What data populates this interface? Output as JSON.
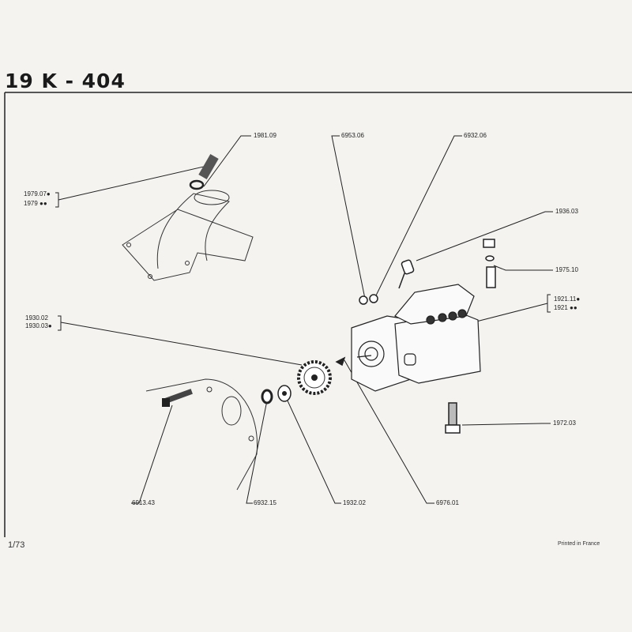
{
  "page": {
    "title": "19 K - 404",
    "page_number": "1/73",
    "printed_note": "Printed in France"
  },
  "labels": {
    "l1981_09": "1981.09",
    "l1979_07": "1979.07●",
    "l1979": "1979 ●●",
    "l6953_06": "6953.06",
    "l6932_06": "6932.06",
    "l1936_03": "1936.03",
    "l1975_10": "1975.10",
    "l1921_11": "1921.11●",
    "l1921": "1921 ●●",
    "l1930_02": "1930.02",
    "l1930_03": "1930.03●",
    "l1972_03": "1972.03",
    "l6913_43": "6913.43",
    "l6932_15": "6932.15",
    "l1932_02": "1932.02",
    "l6976_01": "6976.01"
  }
}
